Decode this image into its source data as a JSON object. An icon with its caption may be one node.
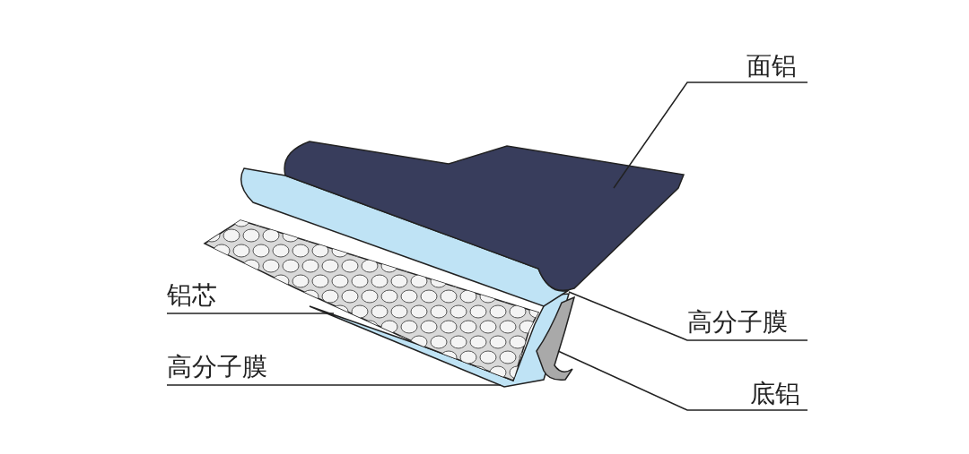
{
  "diagram": {
    "nodes": [
      {
        "text": [
          "面铝"
        ]
      },
      {
        "text": [
          "铝芯"
        ]
      },
      {
        "text": [
          "高分子膜"
        ]
      },
      {
        "text": [
          "高分子膜"
        ]
      },
      {
        "text": [
          "底铝"
        ]
      },
      {
        "text": [],
        "shape": "picture"
      },
      {
        "text": [],
        "shape": "picture"
      },
      {
        "text": [],
        "shape": "picture"
      },
      {
        "text": [],
        "shape": "picture"
      },
      {
        "text": [],
        "shape": "picture"
      }
    ],
    "edges": [
      {
        "from": 0,
        "to": 5,
        "arrow": "none"
      },
      {
        "from": 1,
        "to": 7,
        "arrow": "none"
      },
      {
        "from": 2,
        "to": 8,
        "arrow": "none"
      },
      {
        "from": 3,
        "to": 6,
        "arrow": "none"
      },
      {
        "from": 4,
        "to": 9,
        "arrow": "none"
      }
    ]
  }
}
